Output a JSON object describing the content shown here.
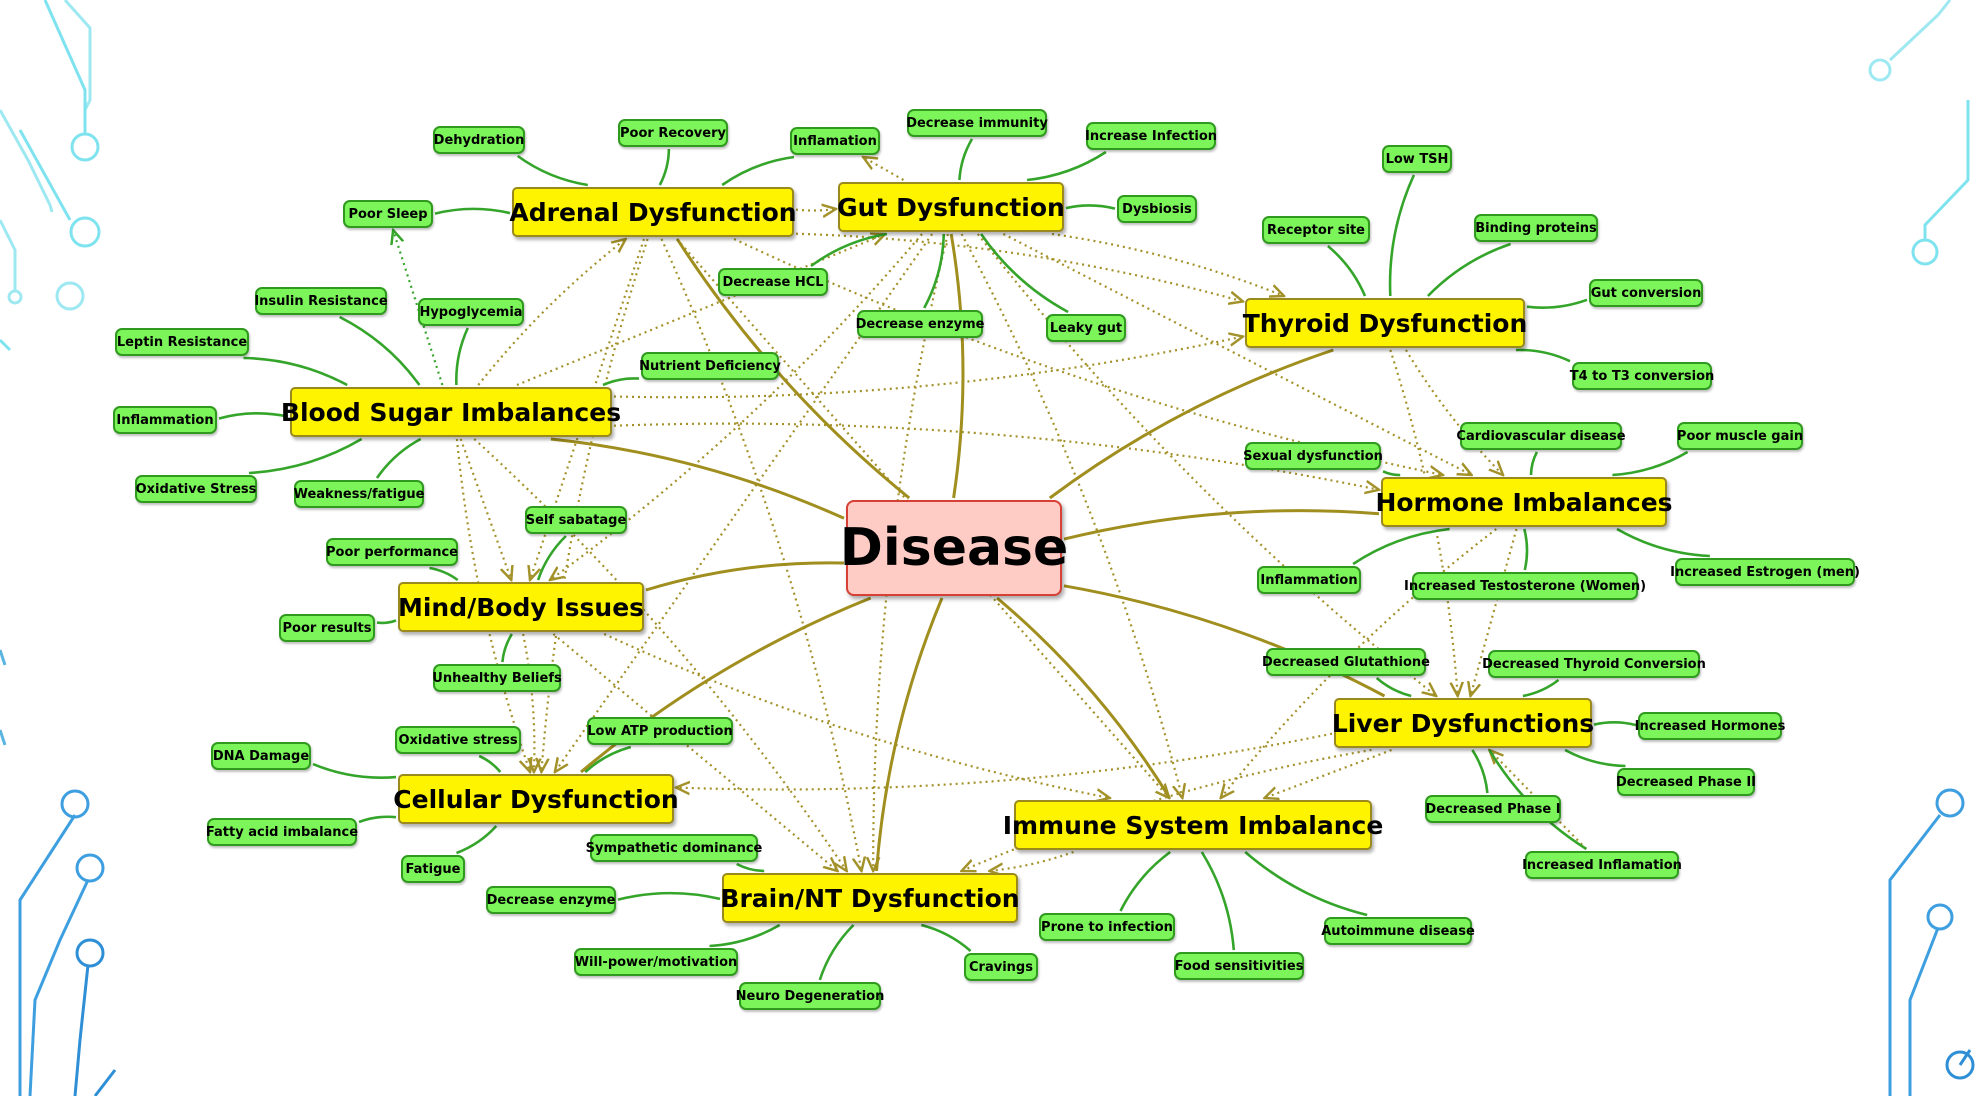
{
  "colors": {
    "solid_link": "#a08e1e",
    "dotted_link": "#a3922a",
    "leaf_link": "#34a52a",
    "decor_light": "#7fe3ef",
    "decor_dark": "#2e8fd6"
  },
  "center": {
    "id": "disease",
    "label": "Disease"
  },
  "categories": [
    {
      "id": "adrenal",
      "label": "Adrenal Dysfunction"
    },
    {
      "id": "gut",
      "label": "Gut Dysfunction"
    },
    {
      "id": "thyroid",
      "label": "Thyroid Dysfunction"
    },
    {
      "id": "bloodsugar",
      "label": "Blood Sugar Imbalances"
    },
    {
      "id": "hormone",
      "label": "Hormone Imbalances"
    },
    {
      "id": "mindbody",
      "label": "Mind/Body Issues"
    },
    {
      "id": "liver",
      "label": "Liver Dysfunctions"
    },
    {
      "id": "cellular",
      "label": "Cellular Dysfunction"
    },
    {
      "id": "immune",
      "label": "Immune System Imbalance"
    },
    {
      "id": "brain",
      "label": "Brain/NT Dysfunction"
    }
  ],
  "symptoms": [
    {
      "id": "dehydration",
      "label": "Dehydration",
      "parent": "adrenal"
    },
    {
      "id": "poor_recovery",
      "label": "Poor Recovery",
      "parent": "adrenal"
    },
    {
      "id": "inflamation_adr",
      "label": "Inflamation",
      "parent": "adrenal"
    },
    {
      "id": "poor_sleep",
      "label": "Poor Sleep",
      "parent": "adrenal"
    },
    {
      "id": "decrease_immunity",
      "label": "Decrease immunity",
      "parent": "gut"
    },
    {
      "id": "increase_infection",
      "label": "Increase Infection",
      "parent": "gut"
    },
    {
      "id": "dysbiosis",
      "label": "Dysbiosis",
      "parent": "gut"
    },
    {
      "id": "decrease_hcl",
      "label": "Decrease HCL",
      "parent": "gut"
    },
    {
      "id": "decrease_enzyme_gut",
      "label": "Decrease enzyme",
      "parent": "gut"
    },
    {
      "id": "leaky_gut",
      "label": "Leaky gut",
      "parent": "gut"
    },
    {
      "id": "low_tsh",
      "label": "Low TSH",
      "parent": "thyroid"
    },
    {
      "id": "receptor_site",
      "label": "Receptor site",
      "parent": "thyroid"
    },
    {
      "id": "binding_proteins",
      "label": "Binding proteins",
      "parent": "thyroid"
    },
    {
      "id": "gut_conversion",
      "label": "Gut conversion",
      "parent": "thyroid"
    },
    {
      "id": "t4_t3",
      "label": "T4 to T3 conversion",
      "parent": "thyroid"
    },
    {
      "id": "insulin_resistance",
      "label": "Insulin Resistance",
      "parent": "bloodsugar"
    },
    {
      "id": "hypoglycemia",
      "label": "Hypoglycemia",
      "parent": "bloodsugar"
    },
    {
      "id": "leptin_resistance",
      "label": "Leptin Resistance",
      "parent": "bloodsugar"
    },
    {
      "id": "nutrient_deficiency",
      "label": "Nutrient Deficiency",
      "parent": "bloodsugar"
    },
    {
      "id": "inflammation_bs",
      "label": "Inflammation",
      "parent": "bloodsugar"
    },
    {
      "id": "oxidative_stress_bs",
      "label": "Oxidative Stress",
      "parent": "bloodsugar"
    },
    {
      "id": "weakness_fatigue",
      "label": "Weakness/fatigue",
      "parent": "bloodsugar"
    },
    {
      "id": "cardiovascular",
      "label": "Cardiovascular disease",
      "parent": "hormone"
    },
    {
      "id": "poor_muscle_gain",
      "label": "Poor muscle gain",
      "parent": "hormone"
    },
    {
      "id": "sexual_dysfunction",
      "label": "Sexual dysfunction",
      "parent": "hormone"
    },
    {
      "id": "inflammation_hor",
      "label": "Inflammation",
      "parent": "hormone"
    },
    {
      "id": "increased_testosterone",
      "label": "Increased Testosterone (Women)",
      "parent": "hormone"
    },
    {
      "id": "increased_estrogen",
      "label": "Increased Estrogen (men)",
      "parent": "hormone"
    },
    {
      "id": "self_sabatage",
      "label": "Self sabatage",
      "parent": "mindbody"
    },
    {
      "id": "poor_performance",
      "label": "Poor performance",
      "parent": "mindbody"
    },
    {
      "id": "poor_results",
      "label": "Poor results",
      "parent": "mindbody"
    },
    {
      "id": "unhealthy_beliefs",
      "label": "Unhealthy Beliefs",
      "parent": "mindbody"
    },
    {
      "id": "decreased_glutathione",
      "label": "Decreased Glutathione",
      "parent": "liver"
    },
    {
      "id": "decreased_thyroid_conv",
      "label": "Decreased Thyroid Conversion",
      "parent": "liver"
    },
    {
      "id": "increased_hormones",
      "label": "Increased Hormones",
      "parent": "liver"
    },
    {
      "id": "decreased_phase_ii",
      "label": "Decreased Phase II",
      "parent": "liver"
    },
    {
      "id": "decreased_phase_i",
      "label": "Decreased Phase I",
      "parent": "liver"
    },
    {
      "id": "increased_inflamation",
      "label": "Increased Inflamation",
      "parent": "liver"
    },
    {
      "id": "low_atp",
      "label": "Low ATP production",
      "parent": "cellular"
    },
    {
      "id": "oxidative_stress_cell",
      "label": "Oxidative stress",
      "parent": "cellular"
    },
    {
      "id": "dna_damage",
      "label": "DNA Damage",
      "parent": "cellular"
    },
    {
      "id": "fatty_acid",
      "label": "Fatty acid imbalance",
      "parent": "cellular"
    },
    {
      "id": "fatigue",
      "label": "Fatigue",
      "parent": "cellular"
    },
    {
      "id": "prone_infection",
      "label": "Prone to infection",
      "parent": "immune"
    },
    {
      "id": "food_sensitivities",
      "label": "Food sensitivities",
      "parent": "immune"
    },
    {
      "id": "autoimmune",
      "label": "Autoimmune disease",
      "parent": "immune"
    },
    {
      "id": "sympathetic",
      "label": "Sympathetic dominance",
      "parent": "brain"
    },
    {
      "id": "decrease_enzyme_brain",
      "label": "Decrease enzyme",
      "parent": "brain"
    },
    {
      "id": "will_power",
      "label": "Will-power/motivation",
      "parent": "brain"
    },
    {
      "id": "neuro_degeneration",
      "label": "Neuro Degeneration",
      "parent": "brain"
    },
    {
      "id": "cravings",
      "label": "Cravings",
      "parent": "brain"
    }
  ],
  "cross_links": [
    [
      "bloodsugar",
      "adrenal"
    ],
    [
      "bloodsugar",
      "gut"
    ],
    [
      "bloodsugar",
      "thyroid"
    ],
    [
      "bloodsugar",
      "hormone"
    ],
    [
      "bloodsugar",
      "mindbody"
    ],
    [
      "bloodsugar",
      "cellular"
    ],
    [
      "bloodsugar",
      "brain"
    ],
    [
      "bloodsugar",
      "poor_sleep"
    ],
    [
      "adrenal",
      "gut"
    ],
    [
      "adrenal",
      "thyroid"
    ],
    [
      "adrenal",
      "mindbody"
    ],
    [
      "adrenal",
      "cellular"
    ],
    [
      "adrenal",
      "brain"
    ],
    [
      "adrenal",
      "immune"
    ],
    [
      "adrenal",
      "hormone"
    ],
    [
      "gut",
      "thyroid"
    ],
    [
      "gut",
      "hormone"
    ],
    [
      "gut",
      "liver"
    ],
    [
      "gut",
      "mindbody"
    ],
    [
      "gut",
      "cellular"
    ],
    [
      "gut",
      "brain"
    ],
    [
      "gut",
      "immune"
    ],
    [
      "gut",
      "inflamation_adr"
    ],
    [
      "thyroid",
      "hormone"
    ],
    [
      "thyroid",
      "liver"
    ],
    [
      "hormone",
      "liver"
    ],
    [
      "hormone",
      "immune"
    ],
    [
      "liver",
      "cellular"
    ],
    [
      "liver",
      "immune"
    ],
    [
      "liver",
      "brain"
    ],
    [
      "mindbody",
      "cellular"
    ],
    [
      "mindbody",
      "brain"
    ],
    [
      "mindbody",
      "immune"
    ],
    [
      "immune",
      "brain"
    ],
    [
      "increased_inflamation",
      "liver"
    ]
  ]
}
